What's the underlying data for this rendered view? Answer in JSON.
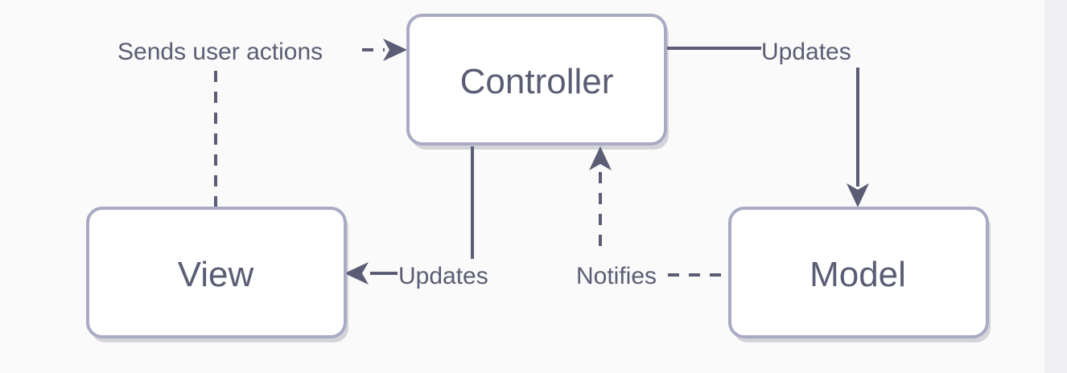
{
  "colors": {
    "stroke": "#5b5d74",
    "box_border": "#a9abc4",
    "box_fill": "#ffffff",
    "box_shadow": "#d4d4da",
    "text": "#5b5d74",
    "background": "#fafafa"
  },
  "nodes": {
    "controller": "Controller",
    "view": "View",
    "model": "Model"
  },
  "edges": {
    "view_to_controller": {
      "label": "Sends user actions",
      "style": "dashed"
    },
    "controller_to_model": {
      "label": "Updates",
      "style": "solid"
    },
    "controller_to_view": {
      "label": "Updates",
      "style": "solid"
    },
    "model_to_controller": {
      "label": "Notifies",
      "style": "dashed"
    }
  }
}
